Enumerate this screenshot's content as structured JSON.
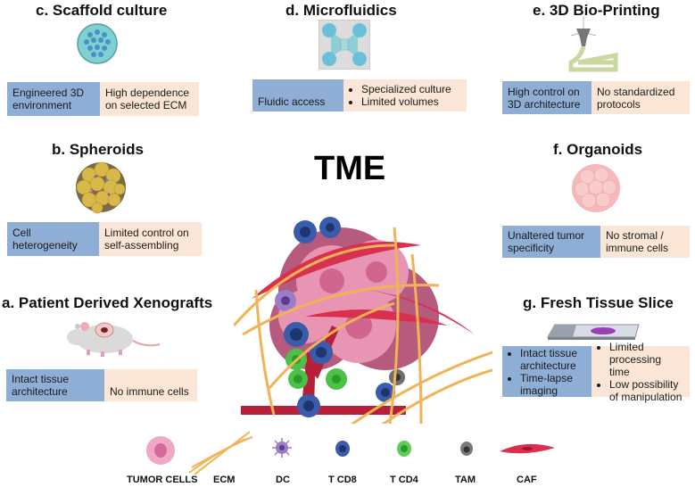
{
  "center": {
    "title": "TME"
  },
  "models": [
    {
      "id": "c",
      "title": "c. Scaffold culture",
      "pro": "Engineered 3D environment",
      "con": "High dependence on selected ECM",
      "icon": "scaffold-dish-icon"
    },
    {
      "id": "d",
      "title": "d. Microfluidics",
      "pro": "Fluidic access",
      "con_items": [
        "Specialized culture",
        "Limited volumes"
      ],
      "icon": "microfluidic-chip-icon"
    },
    {
      "id": "e",
      "title": "e. 3D Bio-Printing",
      "pro": "High control on 3D architecture",
      "con": "No standardized protocols",
      "icon": "bioprinter-nozzle-icon"
    },
    {
      "id": "b",
      "title": "b. Spheroids",
      "pro": "Cell heterogeneity",
      "con": "Limited control on self-assembling",
      "icon": "spheroid-icon"
    },
    {
      "id": "f",
      "title": "f. Organoids",
      "pro": "Unaltered tumor specificity",
      "con": "No stromal / immune cells",
      "icon": "organoid-icon"
    },
    {
      "id": "a",
      "title": "a. Patient Derived Xenografts",
      "pro": "Intact tissue architecture",
      "con": "No immune cells",
      "icon": "mouse-icon"
    },
    {
      "id": "g",
      "title": "g. Fresh Tissue Slice",
      "pro_items": [
        "Intact tissue architecture",
        "Time-lapse imaging"
      ],
      "con_items": [
        "Limited processing time",
        "Low possibility of manipulation"
      ],
      "icon": "tissue-slide-icon"
    }
  ],
  "legend": [
    {
      "label": "TUMOR CELLS",
      "color": "#e58fb0"
    },
    {
      "label": "ECM",
      "color": "#f2b356"
    },
    {
      "label": "DC",
      "color": "#9b7cc9"
    },
    {
      "label": "T CD8",
      "color": "#3b5bab"
    },
    {
      "label": "T CD4",
      "color": "#4dc04a"
    },
    {
      "label": "TAM",
      "color": "#6e6e6e"
    },
    {
      "label": "CAF",
      "color": "#d8304f"
    }
  ],
  "colors": {
    "pro_box": "#8faed6",
    "con_box": "#fbe5d6"
  }
}
